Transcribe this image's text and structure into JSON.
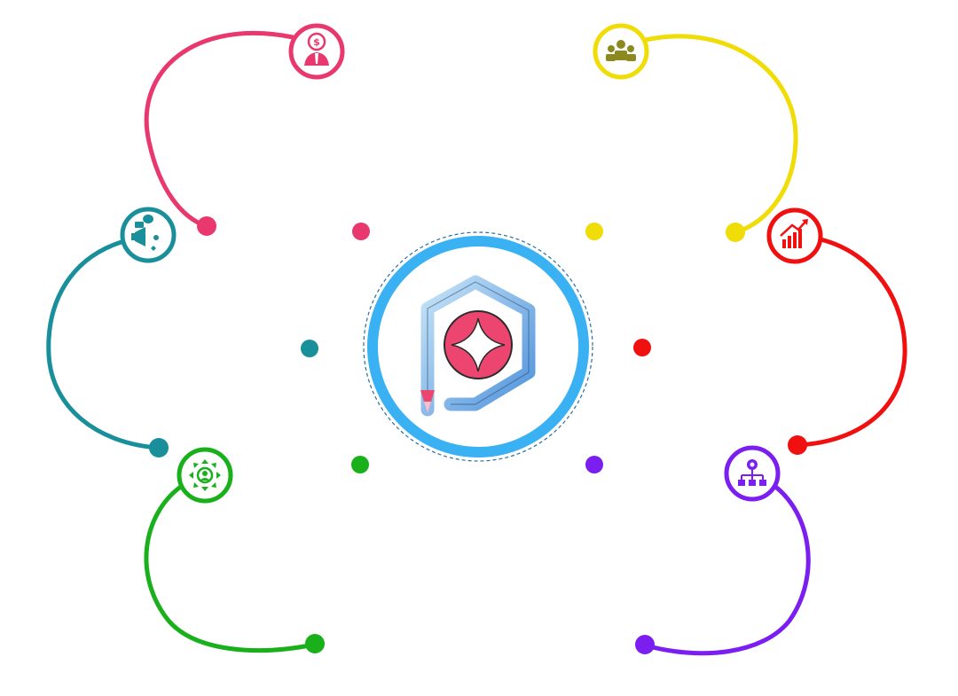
{
  "colors": {
    "pink": "#e8386d",
    "yellow": "#f0dc06",
    "teal": "#1a8f9c",
    "red": "#f01010",
    "green": "#19b01c",
    "purple": "#7a1ff0",
    "hub_ring": "#39b1f2",
    "logo_gradient_start": "#c6e3f7",
    "logo_gradient_end": "#4f93dd",
    "logo_core": "#ec4670"
  },
  "hub": {
    "logo": "pen-star-logo"
  },
  "nodes": [
    {
      "id": "finance",
      "icon": "businessman-dollar-icon",
      "color": "pink"
    },
    {
      "id": "team",
      "icon": "team-people-icon",
      "color": "yellow"
    },
    {
      "id": "marketing",
      "icon": "megaphone-social-icon",
      "color": "teal"
    },
    {
      "id": "growth",
      "icon": "growth-chart-icon",
      "color": "red"
    },
    {
      "id": "reach",
      "icon": "network-expand-icon",
      "color": "green"
    },
    {
      "id": "structure",
      "icon": "org-chart-gear-icon",
      "color": "purple"
    }
  ]
}
